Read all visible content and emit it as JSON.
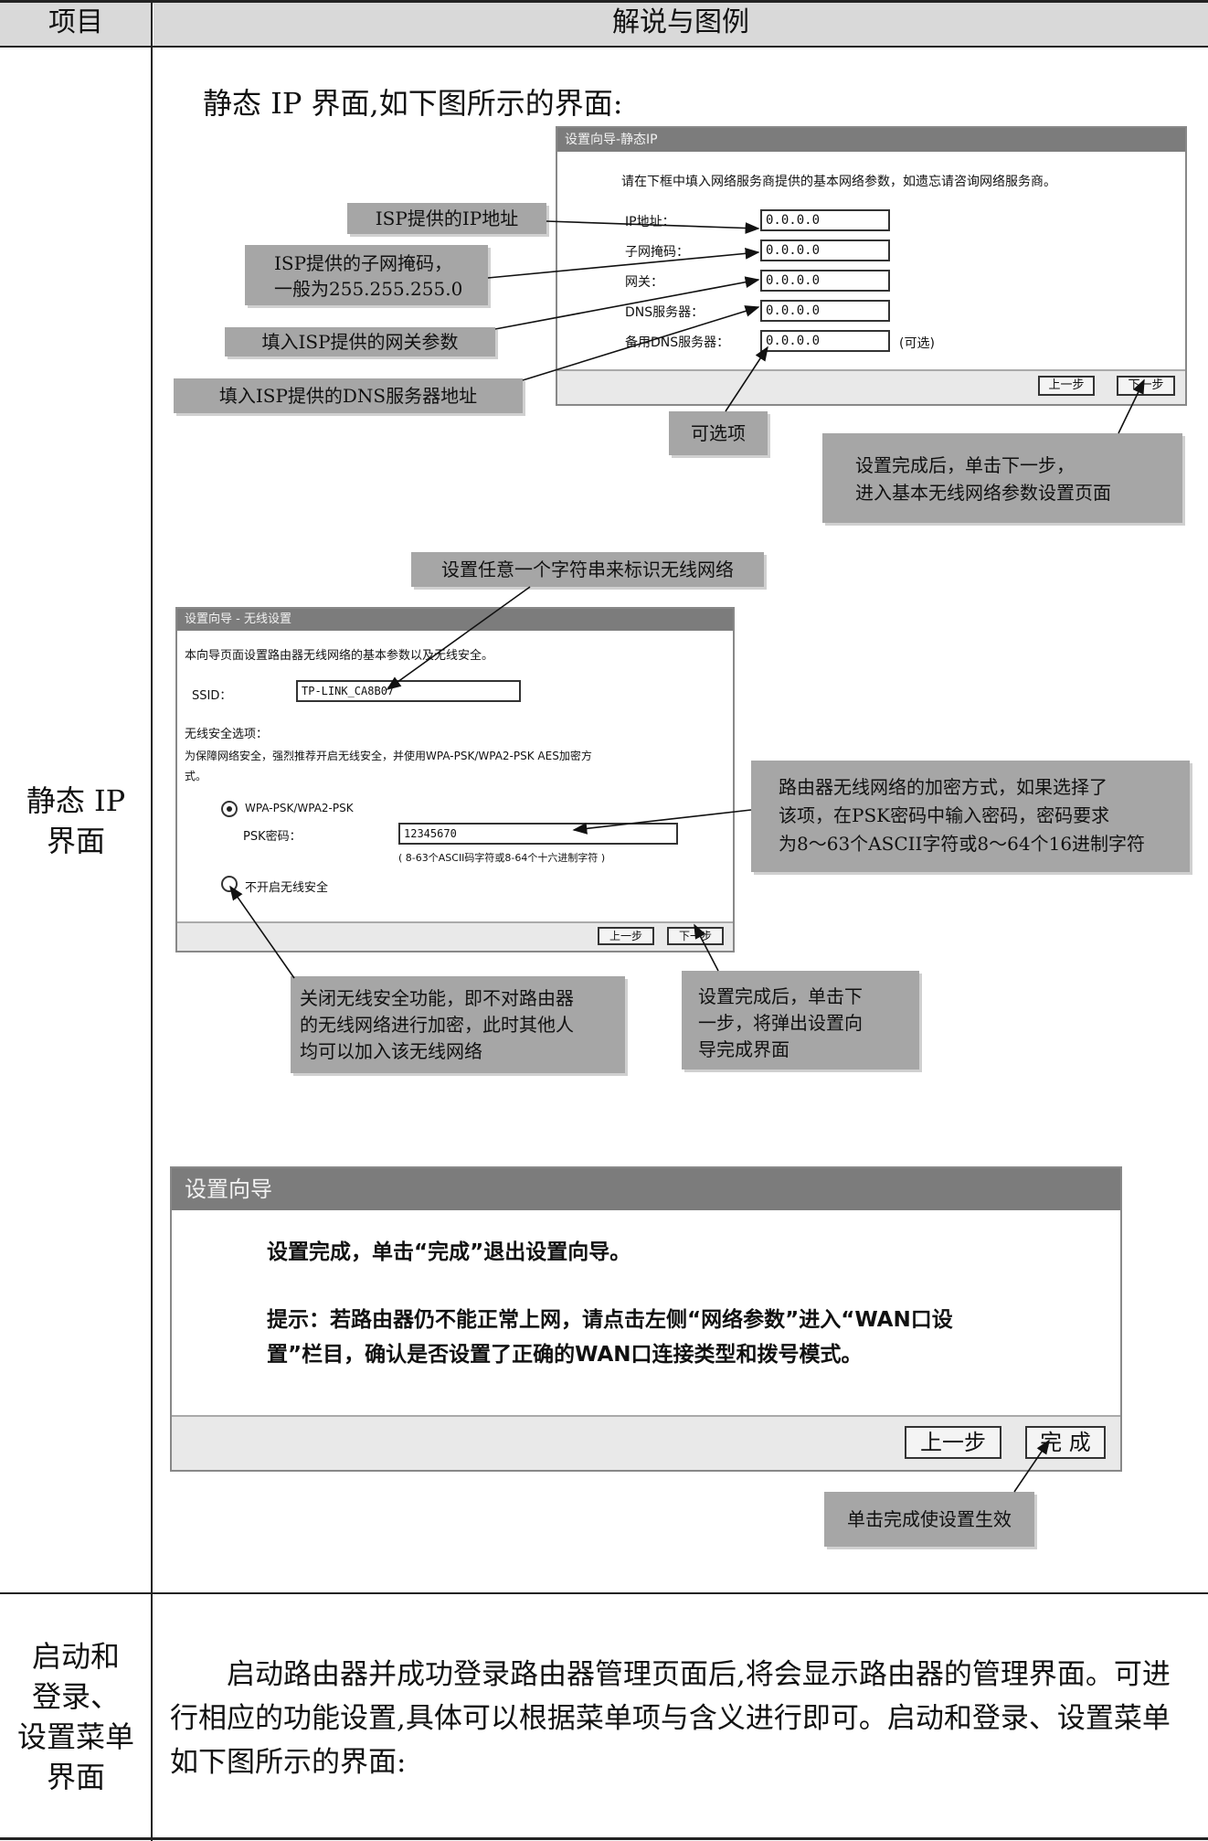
{
  "table": {
    "header": {
      "col1": "项目",
      "col2": "解说与图例"
    },
    "row1": {
      "label_line1": "静态 IP",
      "label_line2": "界面",
      "intro": "静态 IP 界面,如下图所示的界面:"
    },
    "row2": {
      "label_lines": [
        "启动和",
        "登录、",
        "设置菜单",
        "界面"
      ],
      "text": "启动路由器并成功登录路由器管理页面后,将会显示路由器的管理界面。可进行相应的功能设置,具体可以根据菜单项与含义进行即可。启动和登录、设置菜单如下图所示的界面:"
    }
  },
  "static_ip_dialog": {
    "title": "设置向导-静态IP",
    "instruction": "请在下框中填入网络服务商提供的基本网络参数，如遗忘请咨询网络服务商。",
    "fields": [
      {
        "label": "IP地址：",
        "value": "0.0.0.0"
      },
      {
        "label": "子网掩码：",
        "value": "0.0.0.0"
      },
      {
        "label": "网关：",
        "value": "0.0.0.0"
      },
      {
        "label": "DNS服务器：",
        "value": "0.0.0.0"
      },
      {
        "label": "备用DNS服务器：",
        "value": "0.0.0.0",
        "note": "(可选)"
      }
    ],
    "prev_button": "上一步",
    "next_button": "下一步"
  },
  "static_ip_callouts": {
    "ip": "ISP提供的IP地址",
    "mask": "ISP提供的子网掩码，\n一般为255.255.255.0",
    "gateway": "填入ISP提供的网关参数",
    "dns": "填入ISP提供的DNS服务器地址",
    "optional": "可选项",
    "next": "设置完成后，单击下一步，\n进入基本无线网络参数设置页面"
  },
  "wireless_dialog": {
    "title": "设置向导 - 无线设置",
    "intro": "本向导页面设置路由器无线网络的基本参数以及无线安全。",
    "ssid_label": "SSID：",
    "ssid_value": "TP-LINK_CA8B07",
    "security_heading": "无线安全选项：",
    "security_desc_1": "为保障网络安全，强烈推荐开启无线安全，并使用WPA-PSK/WPA2-PSK AES加密方",
    "security_desc_2": "式。",
    "option_wpa": "WPA-PSK/WPA2-PSK",
    "psk_label": "PSK密码：",
    "psk_value": "12345670",
    "psk_hint": "( 8-63个ASCII码字符或8-64个十六进制字符 )",
    "option_off": "不开启无线安全",
    "prev_button": "上一步",
    "next_button": "下一步"
  },
  "wireless_callouts": {
    "ssid": "设置任意一个字符串来标识无线网络",
    "encryption": "路由器无线网络的加密方式，如果选择了\n该项，在PSK密码中输入密码，密码要求\n为8～63个ASCII字符或8～64个16进制字符",
    "disable": "关闭无线安全功能，即不对路由器\n的无线网络进行加密，此时其他人\n均可以加入该无线网络",
    "next": "设置完成后，单击下\n一步，将弹出设置向\n导完成界面"
  },
  "finish_dialog": {
    "title": "设置向导",
    "line1": "设置完成，单击“完成”退出设置向导。",
    "tip_line1": "提示：若路由器仍不能正常上网，请点击左侧“网络参数”进入“WAN口设",
    "tip_line2": "置”栏目，确认是否设置了正确的WAN口连接类型和拨号模式。",
    "prev_button": "上一步",
    "finish_button": "完 成"
  },
  "finish_callout": "单击完成使设置生效"
}
